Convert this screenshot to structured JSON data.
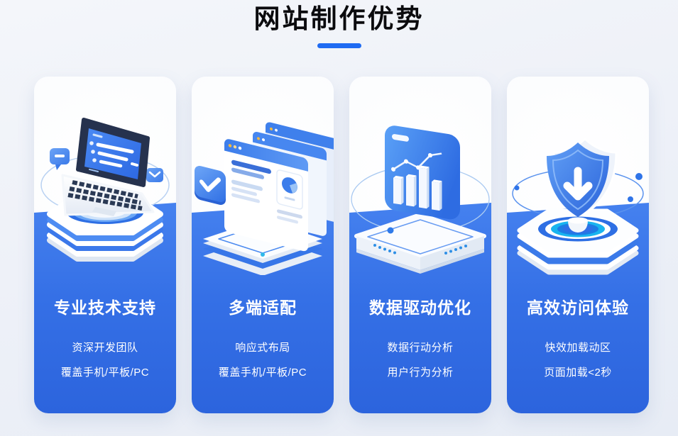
{
  "header": {
    "title": "网站制作优势"
  },
  "cards": [
    {
      "title": "专业技术支持",
      "line1": "资深开发团队",
      "line2": "覆盖手机/平板/PC",
      "illustration": "laptop-on-pedestal"
    },
    {
      "title": "多端适配",
      "line1": "响应式布局",
      "line2": "覆盖手机/平板/PC",
      "illustration": "stacked-browser-windows-with-check-badge"
    },
    {
      "title": "数据驱动优化",
      "line1": "数据行动分析",
      "line2": "用户行为分析",
      "illustration": "analytics-chart-panel-on-platform"
    },
    {
      "title": "高效访问体验",
      "line1": "快效加载动区",
      "line2": "页面加载<2秒",
      "illustration": "shield-with-down-arrow-on-pedestal"
    }
  ],
  "style": {
    "accent_blue": "#1f6bf2",
    "card_blue_top": "#4581ef",
    "card_blue_bottom": "#2c64dd",
    "page_background": "#eef1f8",
    "title_color": "#0b0b0e",
    "card_text_color": "#ffffff"
  }
}
